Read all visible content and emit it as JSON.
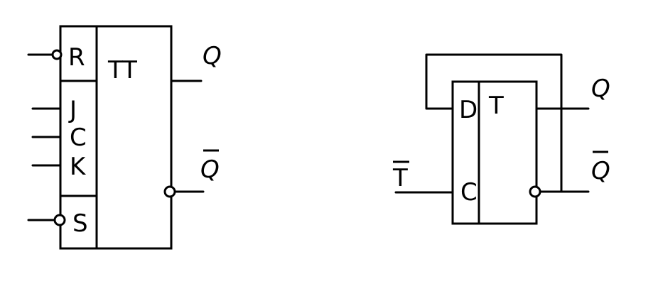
{
  "colors": {
    "ink": "#000000",
    "background": "#ffffff"
  },
  "jk_flipflop": {
    "type_label": "TT",
    "pins": {
      "reset": "R",
      "j": "J",
      "clock": "C",
      "k": "K",
      "set": "S"
    },
    "outputs": {
      "q": "Q",
      "q_bar": "Q"
    }
  },
  "t_flipflop": {
    "type_label": "T",
    "pins": {
      "d": "D",
      "clock": "C"
    },
    "input_label": "T",
    "outputs": {
      "q": "Q",
      "q_bar": "Q"
    }
  }
}
